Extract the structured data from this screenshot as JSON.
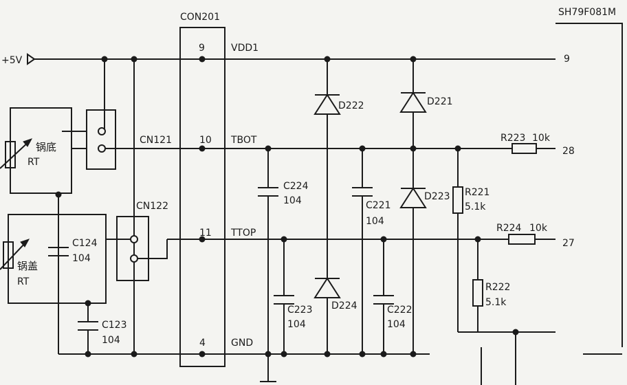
{
  "connector": {
    "name": "CON201",
    "pin_9": "9",
    "pin_10": "10",
    "pin_11": "11",
    "pin_4": "4"
  },
  "chip": {
    "name": "SH79F081M",
    "pin_9": "9",
    "pin_28": "28",
    "pin_27": "27"
  },
  "nets": {
    "vdd": "VDD1",
    "tbot": "TBOT",
    "ttop": "TTOP",
    "gnd": "GND",
    "supply": "+5V"
  },
  "connectors": {
    "cn121": "CN121",
    "cn122": "CN122"
  },
  "sensors": {
    "bottom_name": "锅底",
    "bottom_type": "RT",
    "lid_name": "锅盖",
    "lid_type": "RT"
  },
  "diodes": {
    "d222": "D222",
    "d221": "D221",
    "d223": "D223",
    "d224": "D224"
  },
  "capacitors": {
    "c224": {
      "name": "C224",
      "value": "104"
    },
    "c221": {
      "name": "C221",
      "value": "104"
    },
    "c223": {
      "name": "C223",
      "value": "104"
    },
    "c222": {
      "name": "C222",
      "value": "104"
    },
    "c124": {
      "name": "C124",
      "value": "104"
    },
    "c123": {
      "name": "C123",
      "value": "104"
    }
  },
  "resistors": {
    "r223": {
      "name": "R223",
      "value": "10k"
    },
    "r224": {
      "name": "R224",
      "value": "10k"
    },
    "r221": {
      "name": "R221",
      "value": "5.1k"
    },
    "r222": {
      "name": "R222",
      "value": "5.1k"
    }
  }
}
